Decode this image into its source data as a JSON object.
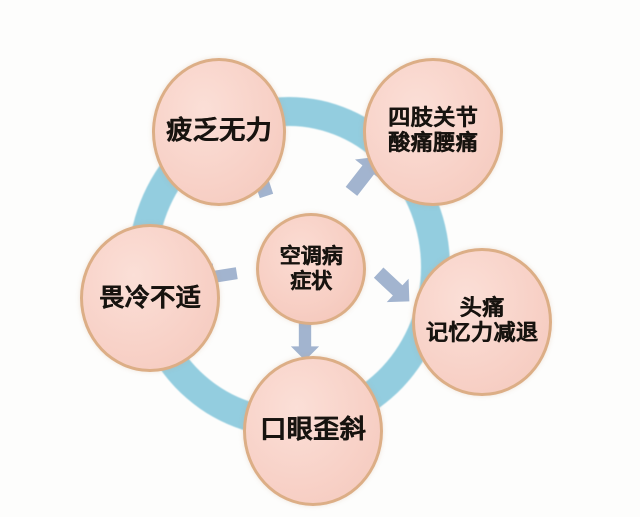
{
  "diagram": {
    "title_center": {
      "line1": "空调病",
      "line2": "症状"
    },
    "ring_color": "#8ECBDE",
    "node_fill_color": "#F8D2C8",
    "node_border_color": "#DCAE86",
    "arrow_color": "#9AAECB",
    "background_color": "#FDFDFC",
    "text_color": "#17130F",
    "nodes": [
      {
        "id": "fatigue",
        "line1": "疲乏无力",
        "line2": "",
        "position": "top-left"
      },
      {
        "id": "joint",
        "line1": "四肢关节",
        "line2": "酸痛腰痛",
        "position": "top-right"
      },
      {
        "id": "cold",
        "line1": "畏冷不适",
        "line2": "",
        "position": "left"
      },
      {
        "id": "headache",
        "line1": "头痛",
        "line2": "记忆力减退",
        "position": "right"
      },
      {
        "id": "facial",
        "line1": "口眼歪斜",
        "line2": "",
        "position": "bottom"
      }
    ],
    "arrows": [
      {
        "id": "to-fatigue",
        "from": "center",
        "to": "fatigue",
        "direction": "up"
      },
      {
        "id": "to-joint",
        "from": "center",
        "to": "joint",
        "direction": "up-right"
      },
      {
        "id": "to-cold",
        "from": "center",
        "to": "cold",
        "direction": "left"
      },
      {
        "id": "to-headache",
        "from": "center",
        "to": "headache",
        "direction": "down-right"
      },
      {
        "id": "to-facial",
        "from": "center",
        "to": "facial",
        "direction": "down"
      }
    ]
  },
  "chart_data": {
    "type": "diagram",
    "title": "空调病症状",
    "layout": "radial hub-and-spoke inside a ring",
    "hub": "空调病 症状",
    "categories": [
      "疲乏无力",
      "四肢关节酸痛腰痛",
      "畏冷不适",
      "头痛记忆力减退",
      "口眼歪斜"
    ],
    "node_count": 5,
    "legend": []
  }
}
